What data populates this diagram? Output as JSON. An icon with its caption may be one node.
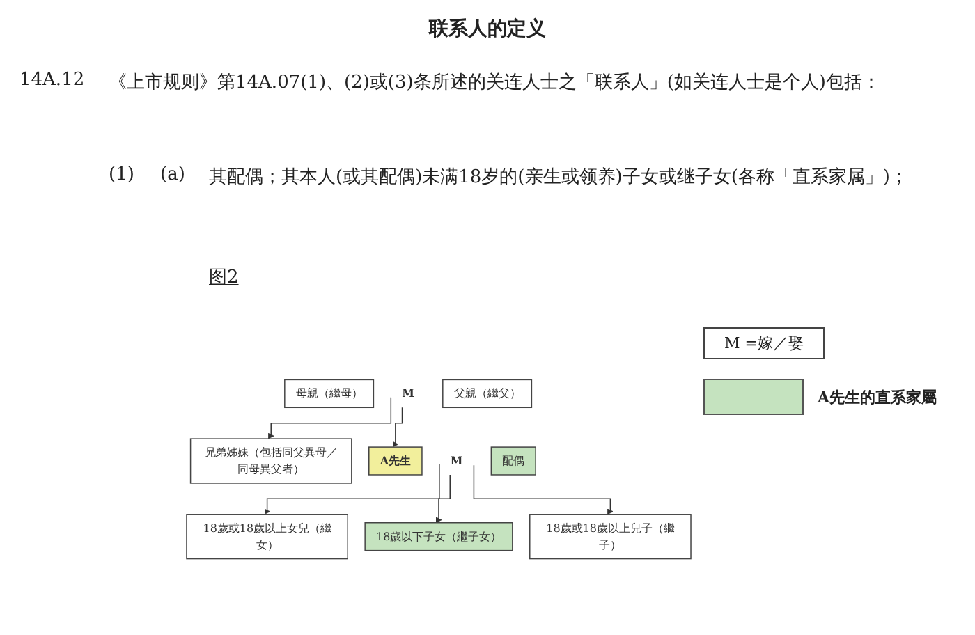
{
  "diagram": {
    "title": "联系人的定义",
    "nodes": [
      {
        "text": [
          "母親（繼母）"
        ]
      },
      {
        "text": [
          "M"
        ]
      },
      {
        "text": [
          "父親（繼父）"
        ]
      },
      {
        "text": [
          "兄弟姊妹（包括同父異母／同母異父者）"
        ]
      },
      {
        "text": [
          "A先生"
        ]
      },
      {
        "text": [
          "M"
        ]
      },
      {
        "text": [
          "配偶"
        ]
      },
      {
        "text": [
          "18歲或18歲以上女兒（繼女）"
        ]
      },
      {
        "text": [
          "18歲以下子女（繼子女）"
        ]
      },
      {
        "text": [
          "18歲或18歲以上兒子（繼子）"
        ]
      }
    ],
    "edges": [
      {
        "from": 1,
        "to": 3,
        "arrow": "to"
      },
      {
        "from": 1,
        "to": 4,
        "arrow": "to"
      },
      {
        "from": 5,
        "to": 7,
        "arrow": "to"
      },
      {
        "from": 5,
        "to": 8,
        "arrow": "to"
      },
      {
        "from": 5,
        "to": 9,
        "arrow": "to"
      }
    ],
    "labels": [
      "14A.12",
      "《上市规则》第14A.07(1)、(2)或(3)条所述的关连人士之「联系人」(如关连人士是个人)包括：",
      "(1)",
      "(a)",
      "其配偶；其本人(或其配偶)未满18岁的(亲生或领养)子女或继子女(各称「直系家属」)；",
      "图2"
    ],
    "legend": [
      {
        "text": "M =嫁／娶"
      },
      {
        "text": "A先生的直系家屬",
        "color": "#c5e3bf"
      }
    ]
  }
}
